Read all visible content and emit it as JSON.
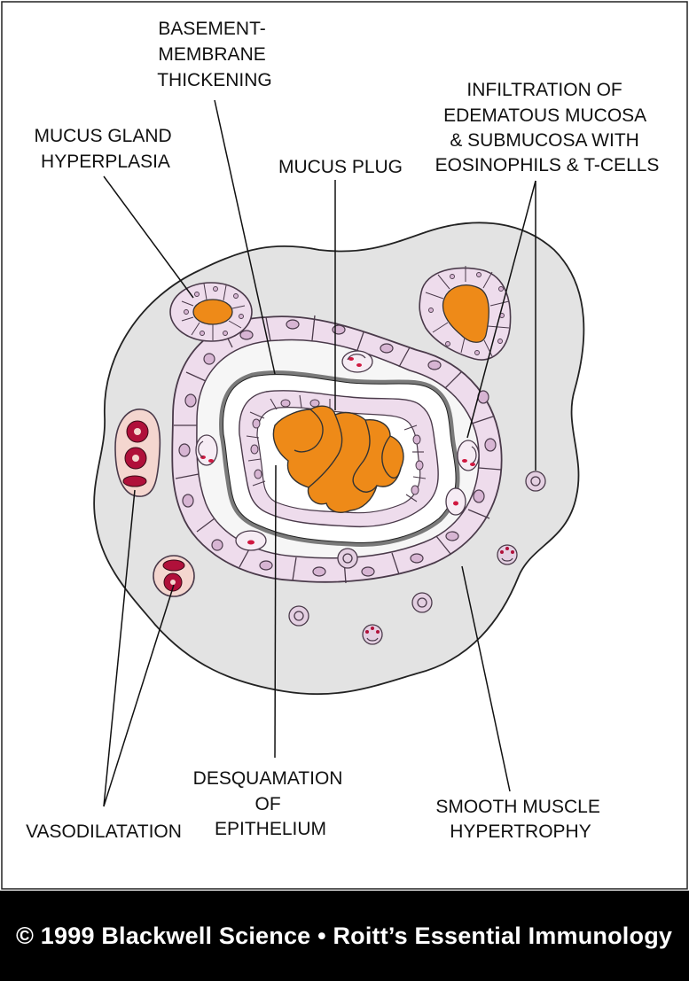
{
  "labels": {
    "basement": [
      "BASEMENT-",
      "MEMBRANE",
      "THICKENING"
    ],
    "infiltration": [
      "INFILTRATION OF",
      "EDEMATOUS MUCOSA",
      "& SUBMUCOSA WITH",
      "EOSINOPHILS & T-CELLS"
    ],
    "mucus_gland": [
      "MUCUS GLAND",
      "HYPERPLASIA"
    ],
    "mucus_plug": [
      "MUCUS PLUG"
    ],
    "desquamation": [
      "DESQUAMATION",
      "OF",
      "EPITHELIUM"
    ],
    "smooth_muscle": [
      "SMOOTH MUSCLE",
      "HYPERTROPHY"
    ],
    "vasodilatation": [
      "VASODILATATION"
    ]
  },
  "footer": {
    "copyright": "© 1999 Blackwell Science • Roitt’s Essential Immunology"
  },
  "colors": {
    "tissue": "#e3e3e3",
    "cell_fill": "#eedcec",
    "cell_stroke": "#4a3a4a",
    "membrane": "#7a7a7a",
    "mucus": "#ee8a18",
    "blood": "#b0103a",
    "vessel": "#f4d6cf"
  }
}
